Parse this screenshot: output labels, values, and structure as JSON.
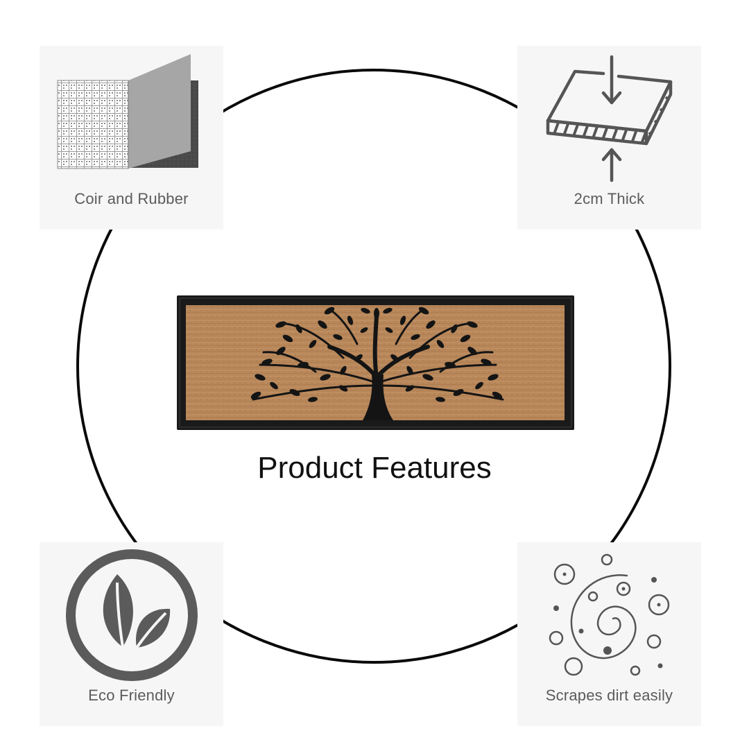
{
  "title": "Product Features",
  "features": {
    "coir": {
      "label": "Coir and Rubber",
      "icon": "coir-rubber-layers-icon"
    },
    "thick": {
      "label": "2cm Thick",
      "icon": "thickness-icon"
    },
    "eco": {
      "label": "Eco Friendly",
      "icon": "leaf-icon"
    },
    "scrape": {
      "label": "Scrapes dirt easily",
      "icon": "dirt-swirl-icon"
    }
  },
  "product_image": {
    "icon": "tree-doormat-image"
  },
  "colors": {
    "ring": "#0a0a0a",
    "card_bg": "#f6f6f6",
    "icon_gray": "#5b5b5b",
    "coir": "#b8875a",
    "rubber": "#1a1a1a"
  }
}
